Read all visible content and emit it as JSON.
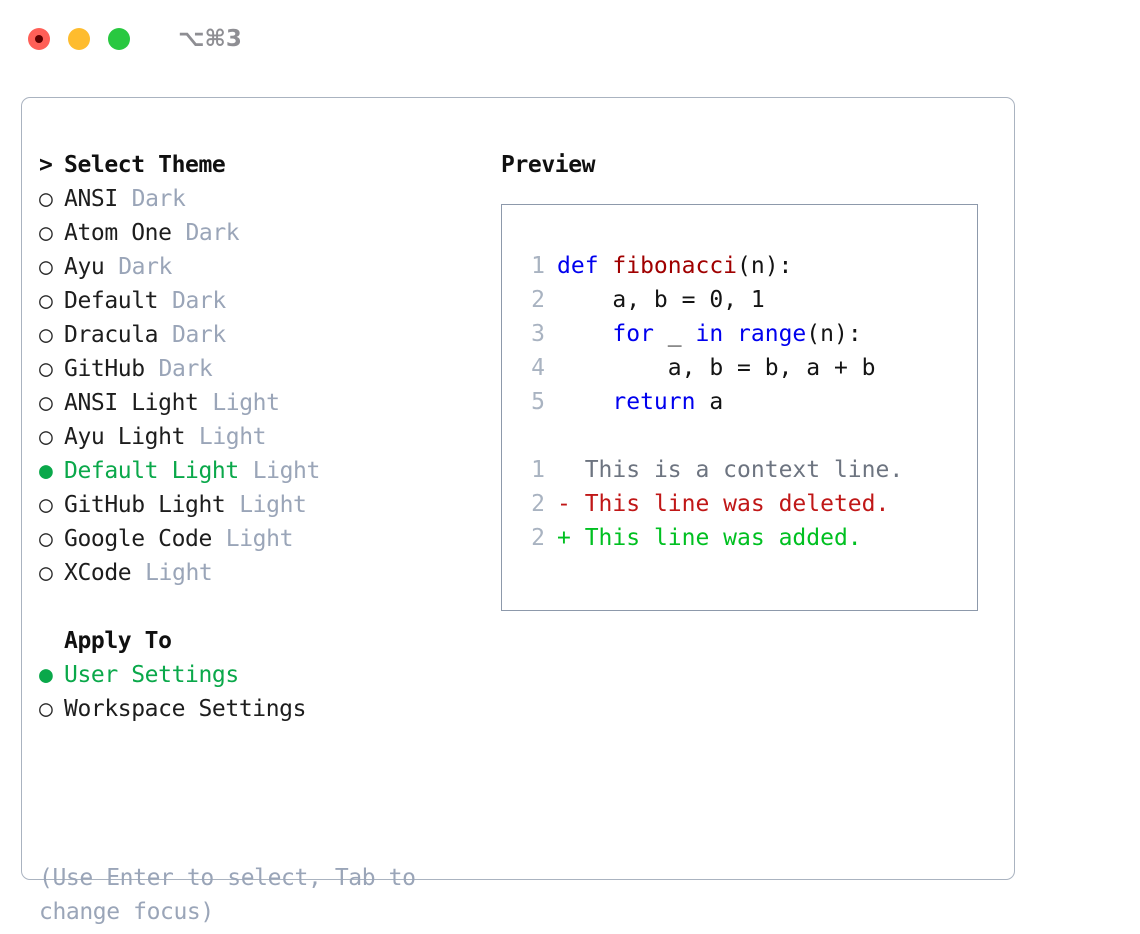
{
  "window": {
    "title_shortcut": "⌥⌘3",
    "controls": [
      {
        "name": "close",
        "color": "#ff5f57"
      },
      {
        "name": "minimize",
        "color": "#febc2e"
      },
      {
        "name": "zoom",
        "color": "#28c840"
      }
    ]
  },
  "colors": {
    "selected_green": "#0aa84a",
    "muted_gray": "#9aa5b8",
    "panel_border": "#aab3c0",
    "preview_border": "#8d99ab",
    "keyword_blue": "#0000ee",
    "function_red": "#a00000",
    "diff_add_green": "#00c021",
    "diff_del_red": "#c01717",
    "diff_ctx_gray": "#6d7480",
    "lineno_gray": "#a9b3c1"
  },
  "theme_picker": {
    "heading_prefix": ">",
    "heading": "Select Theme",
    "marker_off": "○",
    "marker_on": "●",
    "items": [
      {
        "label": "ANSI",
        "variant": "Dark",
        "selected": false
      },
      {
        "label": "Atom One",
        "variant": "Dark",
        "selected": false
      },
      {
        "label": "Ayu",
        "variant": "Dark",
        "selected": false
      },
      {
        "label": "Default",
        "variant": "Dark",
        "selected": false
      },
      {
        "label": "Dracula",
        "variant": "Dark",
        "selected": false
      },
      {
        "label": "GitHub",
        "variant": "Dark",
        "selected": false
      },
      {
        "label": "ANSI Light",
        "variant": "Light",
        "selected": false
      },
      {
        "label": "Ayu Light",
        "variant": "Light",
        "selected": false
      },
      {
        "label": "Default Light",
        "variant": "Light",
        "selected": true
      },
      {
        "label": "GitHub Light",
        "variant": "Light",
        "selected": false
      },
      {
        "label": "Google Code",
        "variant": "Light",
        "selected": false
      },
      {
        "label": "XCode",
        "variant": "Light",
        "selected": false
      }
    ]
  },
  "apply_to": {
    "title": "Apply To",
    "items": [
      {
        "label": "User Settings",
        "selected": true
      },
      {
        "label": "Workspace Settings",
        "selected": false
      }
    ]
  },
  "hint": "(Use Enter to select, Tab to change focus)",
  "preview": {
    "title": "Preview",
    "code_lines": [
      {
        "lineno": "1",
        "tokens": [
          {
            "text": "def ",
            "kind": "kw"
          },
          {
            "text": "fibonacci",
            "kind": "fn"
          },
          {
            "text": "(n):",
            "kind": "plain"
          }
        ]
      },
      {
        "lineno": "2",
        "tokens": [
          {
            "text": "    a, b = 0, 1",
            "kind": "plain"
          }
        ]
      },
      {
        "lineno": "3",
        "tokens": [
          {
            "text": "    ",
            "kind": "plain"
          },
          {
            "text": "for",
            "kind": "kw"
          },
          {
            "text": " _ ",
            "kind": "plain"
          },
          {
            "text": "in",
            "kind": "kw"
          },
          {
            "text": " ",
            "kind": "plain"
          },
          {
            "text": "range",
            "kind": "kw"
          },
          {
            "text": "(n):",
            "kind": "plain"
          }
        ]
      },
      {
        "lineno": "4",
        "tokens": [
          {
            "text": "        a, b = b, a + b",
            "kind": "plain"
          }
        ]
      },
      {
        "lineno": "5",
        "tokens": [
          {
            "text": "    ",
            "kind": "plain"
          },
          {
            "text": "return",
            "kind": "kw"
          },
          {
            "text": " a",
            "kind": "plain"
          }
        ]
      }
    ],
    "diff_lines": [
      {
        "lineno": "1",
        "sign": " ",
        "text": "This is a context line.",
        "kind": "ctx"
      },
      {
        "lineno": "2",
        "sign": "-",
        "text": "This line was deleted.",
        "kind": "del"
      },
      {
        "lineno": "2",
        "sign": "+",
        "text": "This line was added.",
        "kind": "add"
      }
    ]
  }
}
